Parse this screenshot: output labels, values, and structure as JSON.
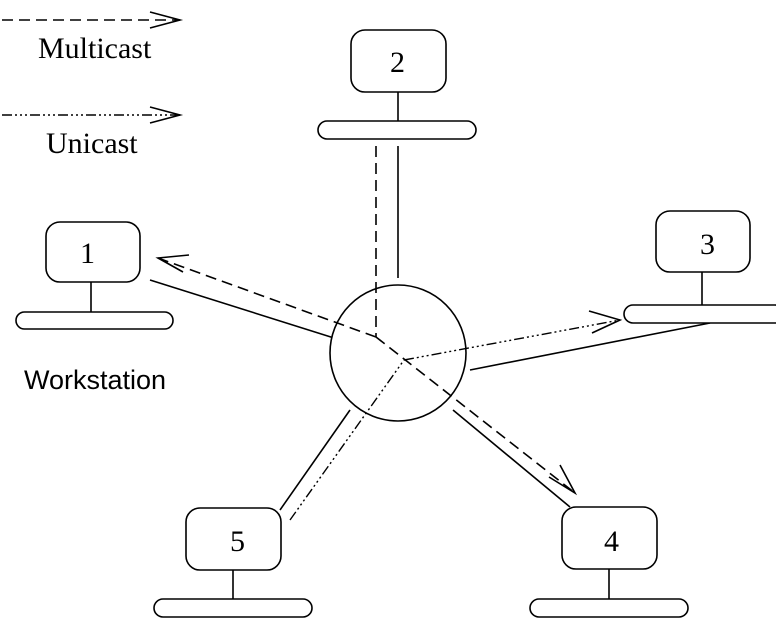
{
  "legend": {
    "multicast": "Multicast",
    "unicast": "Unicast"
  },
  "nodes": [
    {
      "id": "1"
    },
    {
      "id": "2"
    },
    {
      "id": "3"
    },
    {
      "id": "4"
    },
    {
      "id": "5"
    }
  ],
  "workstation_label": "Workstation"
}
